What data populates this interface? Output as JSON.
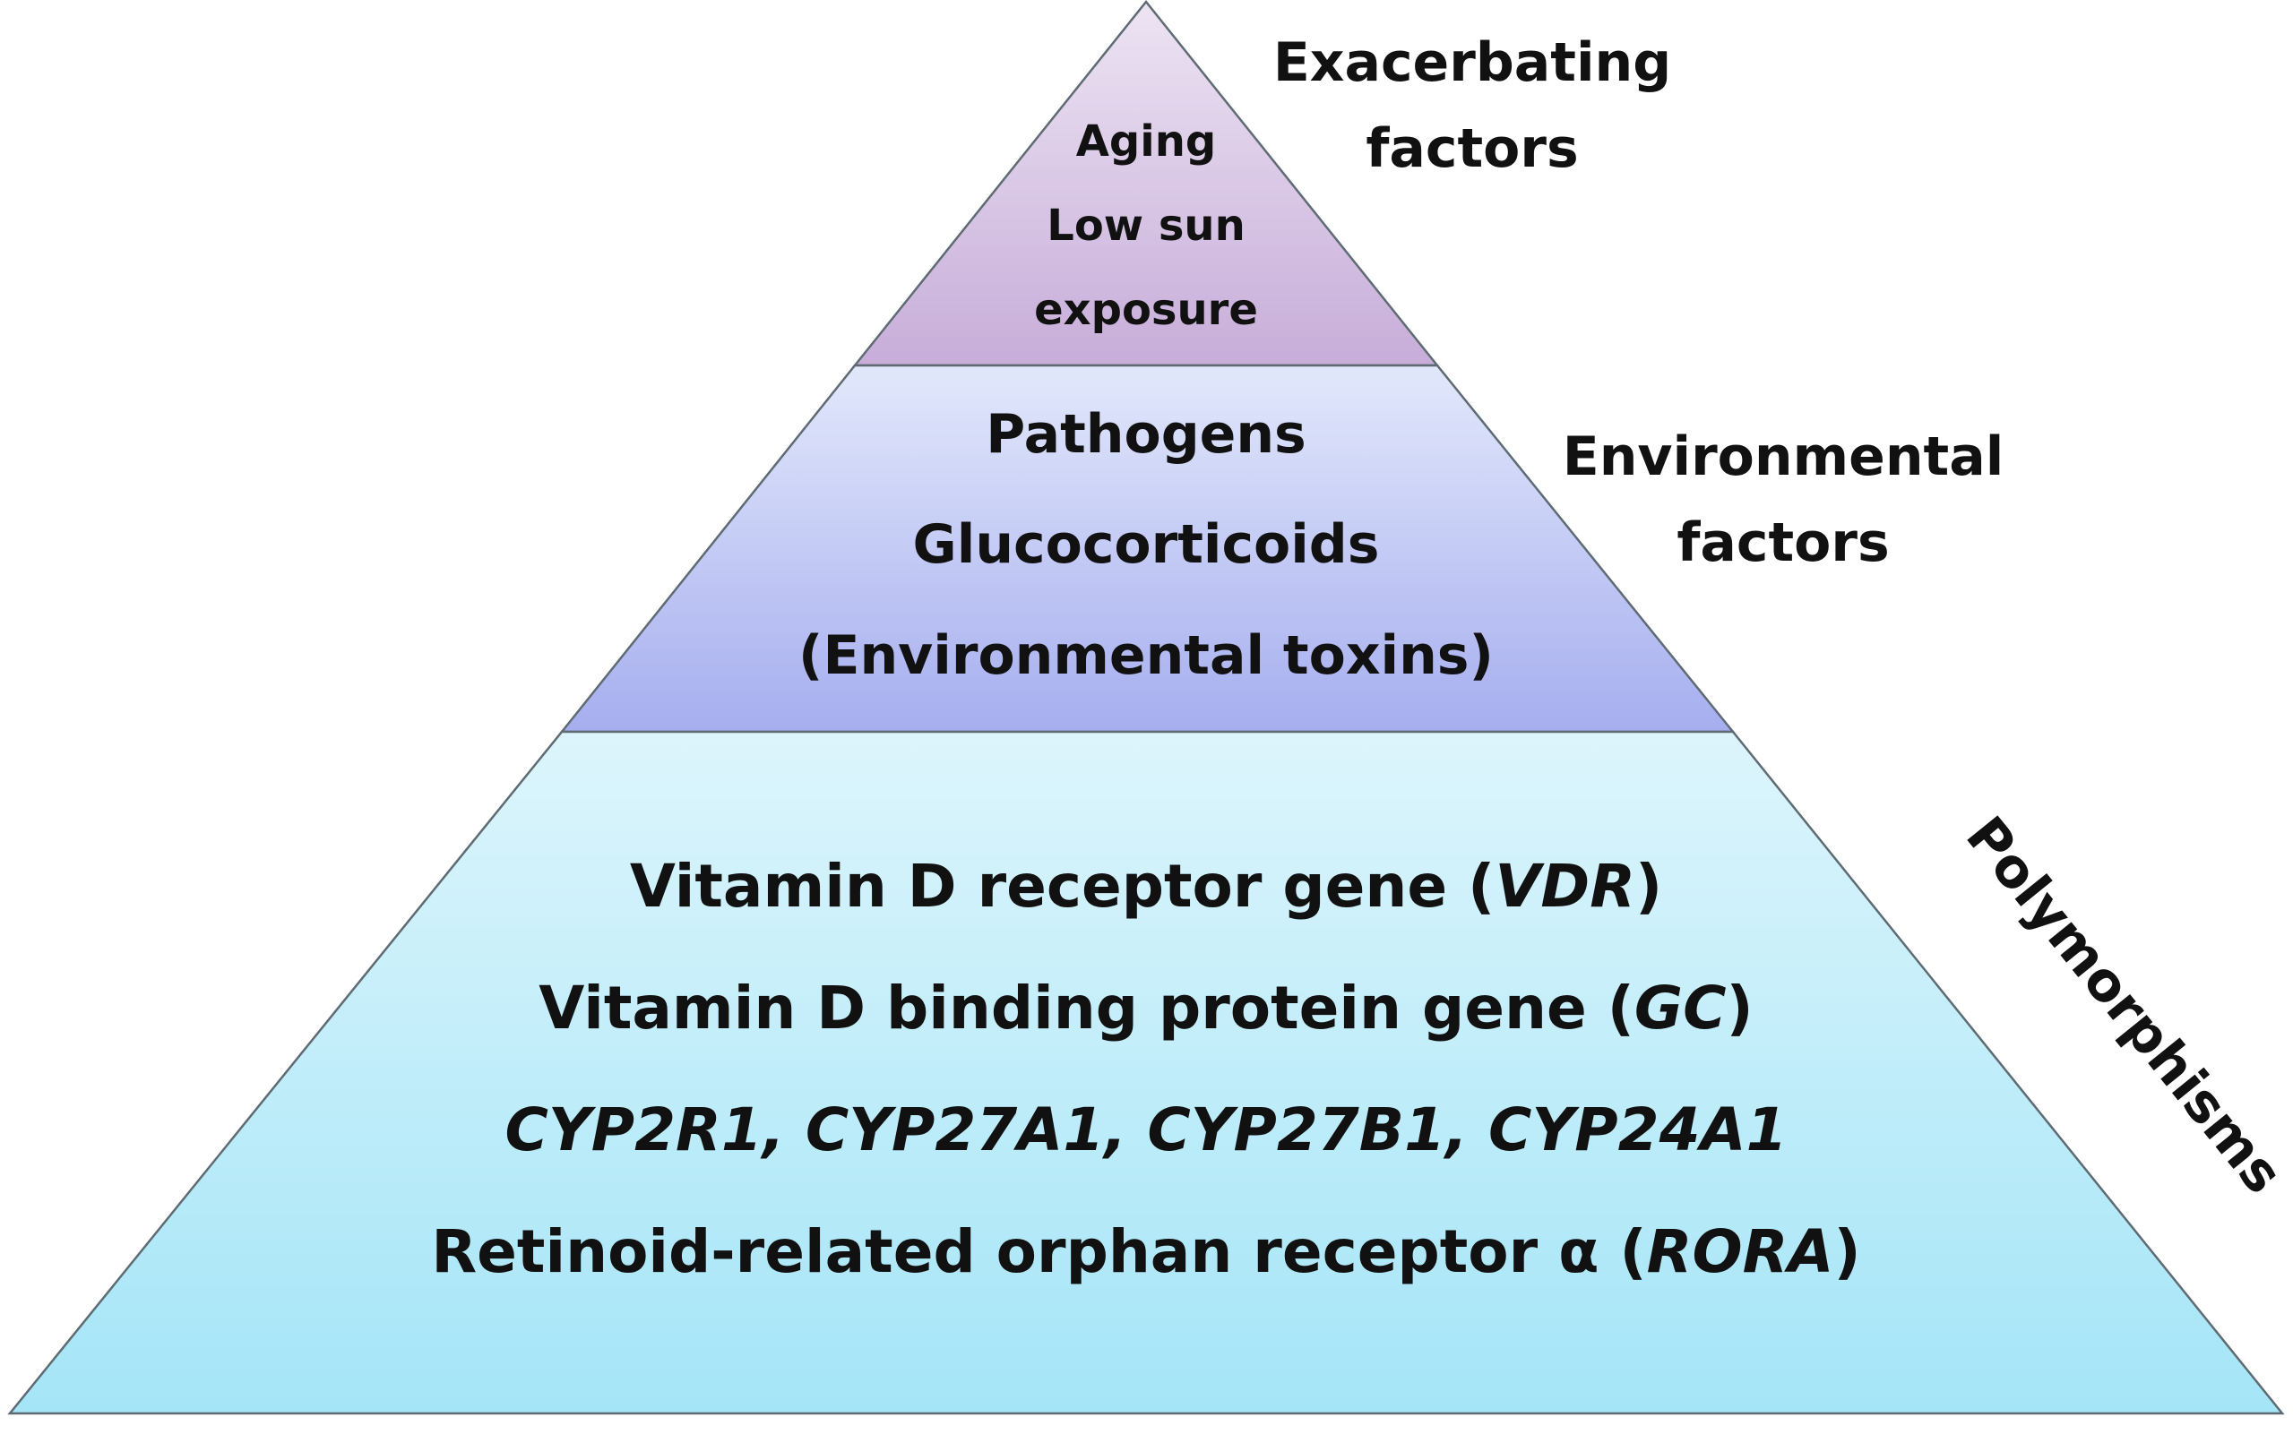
{
  "colors": {
    "tier_top_light": "#EDE4F3",
    "tier_top_dark": "#C7ADD9",
    "tier_mid_light": "#E2E8FB",
    "tier_mid_dark": "#A6AEEF",
    "tier_bottom_light": "#DDF5FC",
    "tier_bottom_dark": "#A4E5F7",
    "outline": "#5F6B73",
    "text": "#111111"
  },
  "tiers": {
    "top": {
      "lines": [
        "Aging",
        "Low sun",
        "exposure"
      ]
    },
    "middle": {
      "lines": [
        "Pathogens",
        "Glucocorticoids",
        "(Environmental toxins)"
      ]
    },
    "bottom": {
      "vdr_prefix": "Vitamin D receptor gene (",
      "vdr_gene": "VDR",
      "vdr_suffix": ")",
      "gc_prefix": "Vitamin D binding protein gene (",
      "gc_gene": "GC",
      "gc_suffix": ")",
      "cyp_genes": "CYP2R1, CYP27A1, CYP27B1, CYP24A1",
      "rora_prefix": "Retinoid-related orphan receptor α (",
      "rora_gene": "RORA",
      "rora_suffix": ")"
    }
  },
  "side_labels": {
    "exacerbating": [
      "Exacerbating",
      "factors"
    ],
    "environmental": [
      "Environmental",
      "factors"
    ],
    "polymorphisms": "Polymorphisms"
  }
}
